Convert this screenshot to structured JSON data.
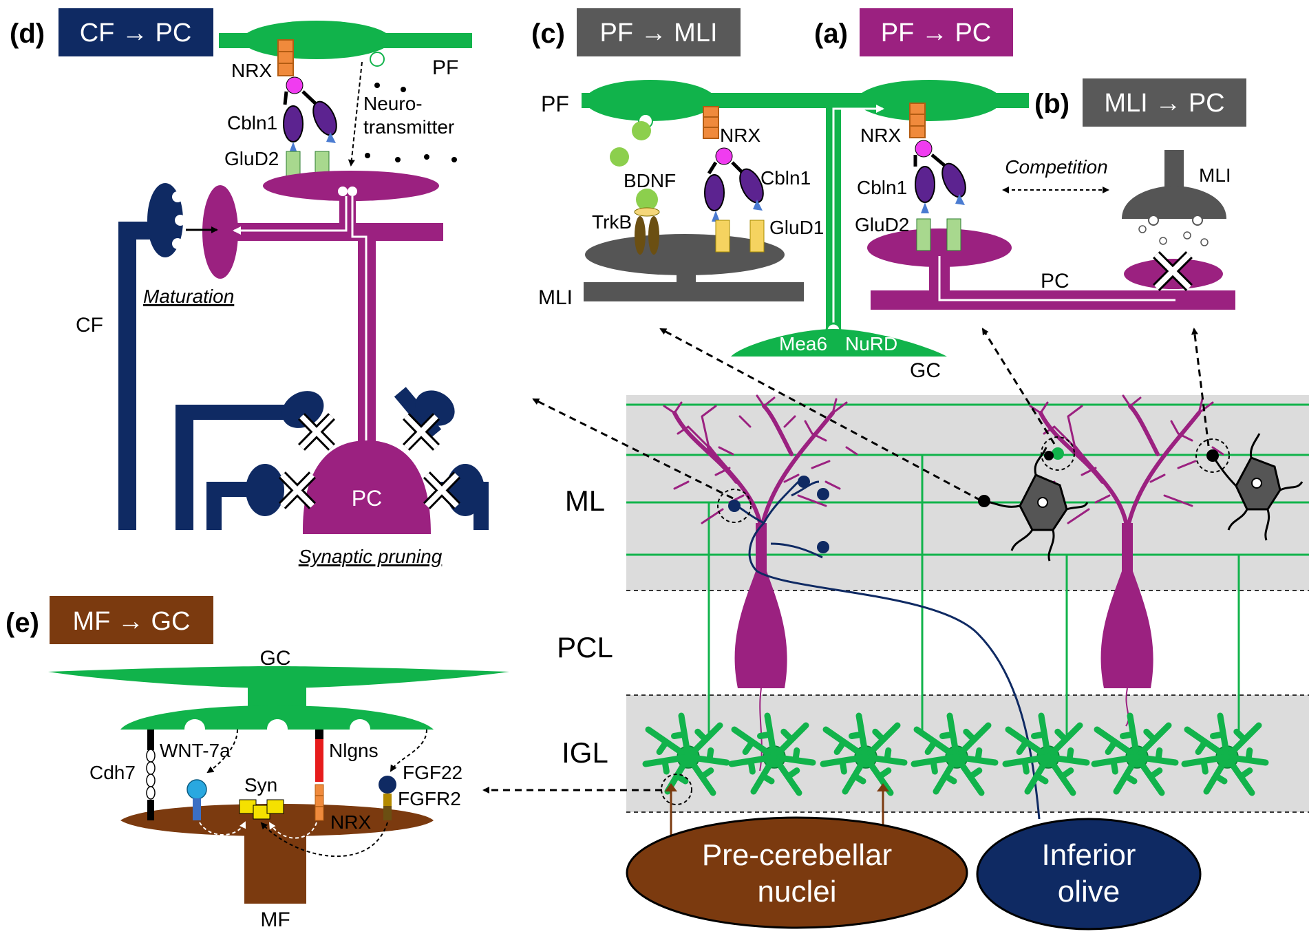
{
  "panels": {
    "a": {
      "letter": "(a)",
      "title": "PF → PC"
    },
    "b": {
      "letter": "(b)",
      "title": "MLI → PC"
    },
    "c": {
      "letter": "(c)",
      "title": "PF → MLI"
    },
    "d": {
      "letter": "(d)",
      "title": "CF → PC"
    },
    "e": {
      "letter": "(e)",
      "title": "MF → GC"
    }
  },
  "labels": {
    "pf": "PF",
    "pc": "PC",
    "mli": "MLI",
    "gc": "GC",
    "cf": "CF",
    "mf": "MF",
    "nrx": "NRX",
    "cbln1": "Cbln1",
    "glud2": "GluD2",
    "glud1": "GluD1",
    "bdnf": "BDNF",
    "trkb": "TrkB",
    "mea6": "Mea6",
    "nurd": "NuRD",
    "neuro_1": "Neuro-",
    "neuro_2": "transmitter",
    "competition": "Competition",
    "maturation": "Maturation",
    "pruning": "Synaptic pruning",
    "cdh7": "Cdh7",
    "wnt7a": "WNT-7a",
    "syn": "Syn",
    "nlgns": "Nlgns",
    "fgf22": "FGF22",
    "fgfr2": "FGFR2"
  },
  "layers": {
    "ml": "ML",
    "pcl": "PCL",
    "igl": "IGL"
  },
  "sources": {
    "precerebellar_1": "Pre-cerebellar",
    "precerebellar_2": "nuclei",
    "olive_1": "Inferior",
    "olive_2": "olive"
  },
  "colors": {
    "green": "#11b34b",
    "purple": "#9b2180",
    "navy": "#0f2a63",
    "gray": "#555555",
    "brown": "#7b3a0f",
    "magenta_dot": "#f03cf0",
    "violet": "#5c2390",
    "layer_bg": "#dcdcdc"
  }
}
